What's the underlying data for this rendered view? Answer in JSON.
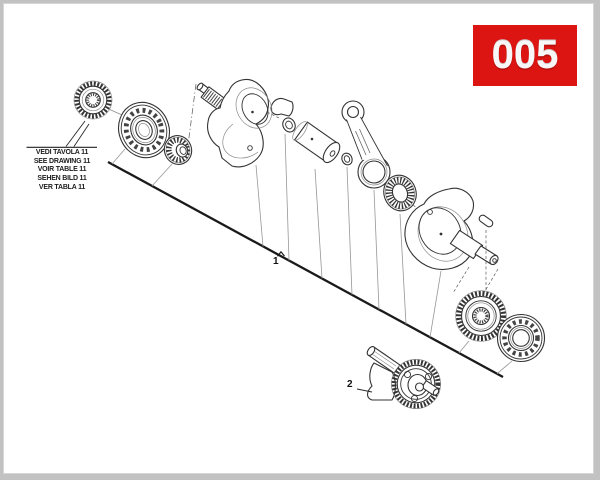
{
  "header": {
    "badge_number": "005"
  },
  "note_box": {
    "lines": [
      "VEDI TAVOLA 11",
      "SEE DRAWING 11",
      "VOIR TABLE 11",
      "SEHEN BILD 11",
      "VER TABLA 11"
    ]
  },
  "callouts": {
    "item1": "1",
    "item2": "2"
  },
  "colors": {
    "badge_red": "#dd1512",
    "line_dark": "#333333",
    "leader_gray": "#979797",
    "page_bg": "#ffffff",
    "frame_bg": "#c2c2c2"
  }
}
